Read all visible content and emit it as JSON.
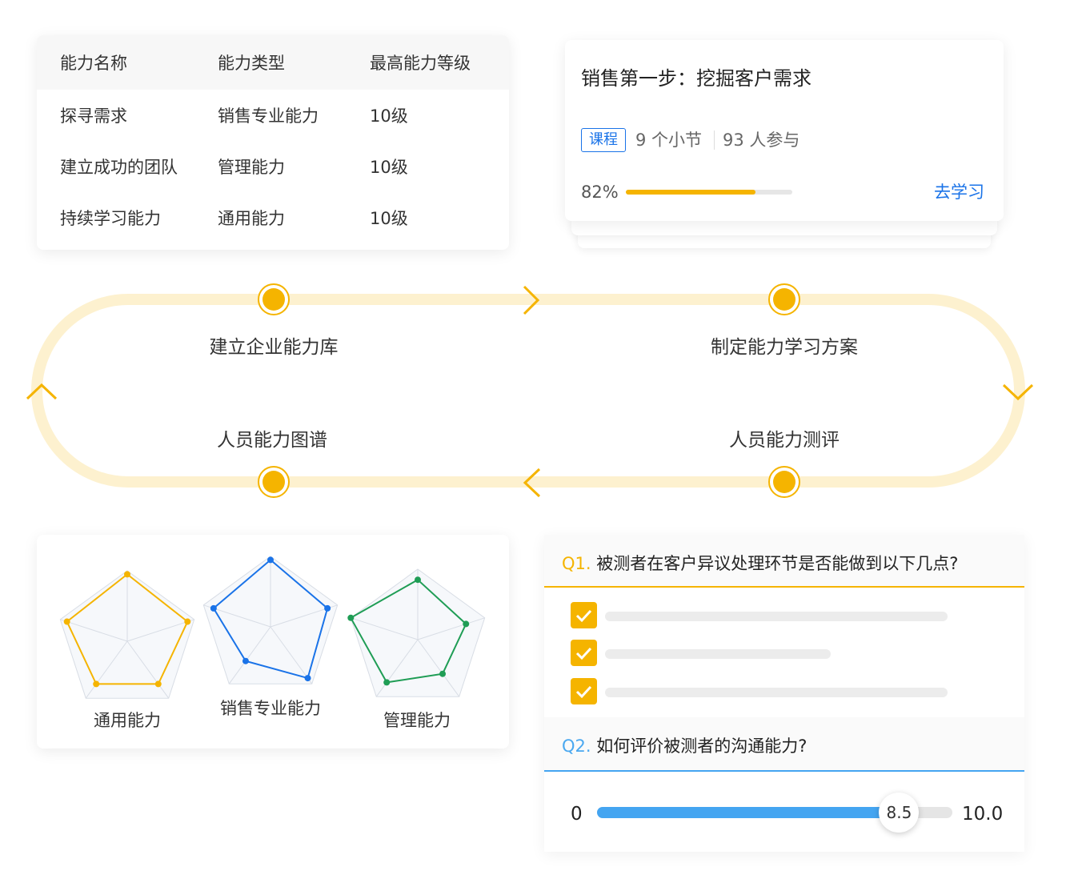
{
  "colors": {
    "accent_yellow": "#f5b400",
    "loop_track": "#fdf1cf",
    "primary_blue": "#1a73e8",
    "slider_blue": "#44a5f1",
    "radar_green": "#1f9d55"
  },
  "ability_table": {
    "headers": [
      "能力名称",
      "能力类型",
      "最高能力等级"
    ],
    "rows": [
      [
        "探寻需求",
        "销售专业能力",
        "10级"
      ],
      [
        "建立成功的团队",
        "管理能力",
        "10级"
      ],
      [
        "持续学习能力",
        "通用能力",
        "10级"
      ]
    ]
  },
  "course": {
    "title": "销售第一步：挖掘客户需求",
    "tag": "课程",
    "sections": "9 个小节",
    "participants": "93 人参与",
    "progress_text": "82%",
    "progress": 0.78,
    "action": "去学习"
  },
  "loop": {
    "stages": [
      "建立企业能力库",
      "制定能力学习方案",
      "人员能力测评",
      "人员能力图谱"
    ]
  },
  "radar": {
    "charts": [
      {
        "label": "通用能力",
        "color": "#f5b400",
        "values": [
          0.95,
          0.9,
          0.75,
          0.75,
          0.9
        ]
      },
      {
        "label": "销售专业能力",
        "color": "#1a73e8",
        "values": [
          0.95,
          0.85,
          0.9,
          0.6,
          0.85
        ]
      },
      {
        "label": "管理能力",
        "color": "#1f9d55",
        "values": [
          0.85,
          0.72,
          0.6,
          0.75,
          1.0
        ]
      }
    ]
  },
  "quiz": {
    "q1_num": "Q1.",
    "q1_text": "被测者在客户异议处理环节是否能做到以下几点?",
    "q2_num": "Q2.",
    "q2_text": "如何评价被测者的沟通能力?",
    "slider_min": "0",
    "slider_max": "10.0",
    "slider_value": "8.5",
    "slider_fraction": 0.85
  }
}
